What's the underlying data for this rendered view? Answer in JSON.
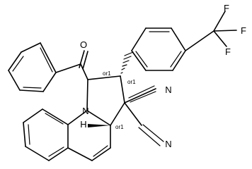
{
  "atoms": {
    "oxygen": "O",
    "nitrogen_ring": "N",
    "nitrile_n_top": "N",
    "nitrile_n_bottom": "N",
    "fluorine_top": "F",
    "fluorine_right": "F",
    "fluorine_bottom": "F",
    "hydrogen": "H"
  },
  "stereo_labels": {
    "c1": "or1",
    "c2": "or1",
    "c3a": "or1"
  }
}
